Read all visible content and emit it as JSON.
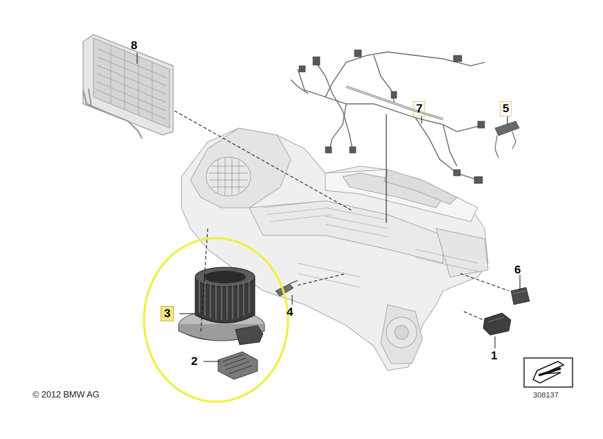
{
  "callouts": {
    "c1": "1",
    "c2": "2",
    "c3": "3",
    "c4": "4",
    "c5": "5",
    "c6": "6",
    "c7": "7",
    "c8": "8"
  },
  "footer": {
    "copyright": "© 2012 BMW AG",
    "figure_number": "308137"
  },
  "colors": {
    "highlight_ring": "#f2ee3a",
    "highlight_label": "#f2e88a",
    "housing": "#ececec",
    "outline": "#9a9a9a",
    "dark_part": "#3a3a3a"
  }
}
